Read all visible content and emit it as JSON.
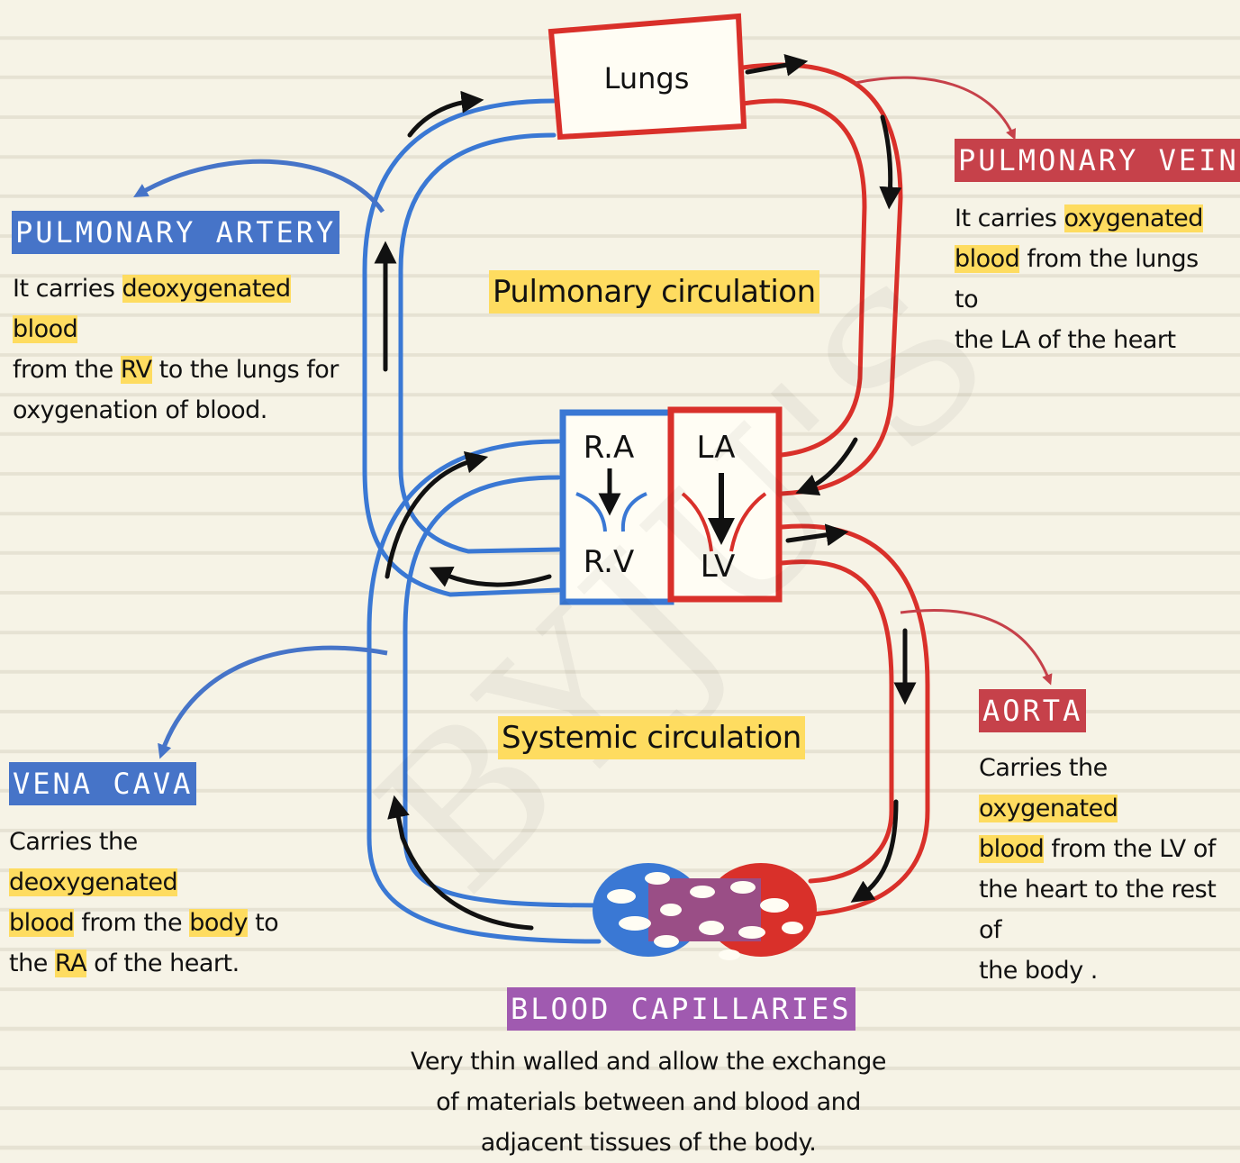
{
  "diagram": {
    "lungs_label": "Lungs",
    "pulmonary_circulation": "Pulmonary circulation",
    "systemic_circulation": "Systemic circulation",
    "chambers": {
      "ra": "R.A",
      "la": "LA",
      "rv": "R.V",
      "lv": "LV"
    },
    "watermark": "BYJU'S",
    "colors": {
      "red": "#d9302a",
      "blue": "#3a78d4",
      "highlight": "#fedc60",
      "purple": "#a05ab0",
      "badge_red": "#c6414a",
      "badge_blue": "#4674c8"
    }
  },
  "pulmonary_artery": {
    "title": "PULMONARY ARTERY",
    "line1": [
      "It carries ",
      "deoxygenated blood"
    ],
    "line2": [
      "from the ",
      "RV",
      " to the lungs for"
    ],
    "line3": "oxygenation of blood."
  },
  "pulmonary_vein": {
    "title": "PULMONARY VEIN",
    "line1": [
      "It carries ",
      "oxygenated"
    ],
    "line2": [
      "blood",
      " from the lungs to"
    ],
    "line3": "the LA of the heart"
  },
  "vena_cava": {
    "title": "VENA CAVA",
    "line1": [
      "Carries the ",
      "deoxygenated"
    ],
    "line2": [
      "blood",
      " from the ",
      "body",
      " to"
    ],
    "line3": [
      "the ",
      "RA",
      " of the heart."
    ]
  },
  "aorta": {
    "title": "AORTA",
    "line1": [
      "Carries the ",
      "oxygenated"
    ],
    "line2": [
      "blood",
      " from the LV of"
    ],
    "line3": "the heart to the rest of",
    "line4": "the body ."
  },
  "blood_capillaries": {
    "title": "BLOOD CAPILLARIES",
    "line1": "Very thin walled and allow the exchange",
    "line2": "of materials between and blood and",
    "line3": "adjacent tissues of the body."
  }
}
